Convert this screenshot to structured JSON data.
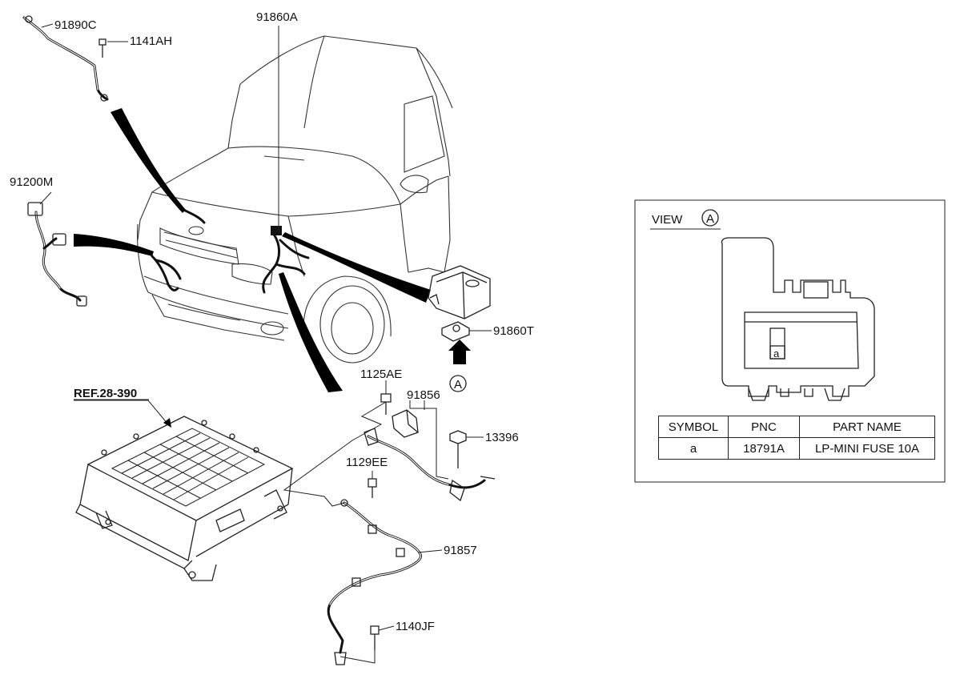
{
  "labels": {
    "p91890C": "91890C",
    "p1141AH": "1141AH",
    "p91860A": "91860A",
    "p91200M": "91200M",
    "p91860T": "91860T",
    "p1125AE": "1125AE",
    "p91856": "91856",
    "p13396": "13396",
    "p1129EE": "1129EE",
    "p91857": "91857",
    "p1140JF": "1140JF",
    "ref": "REF.28-390",
    "viewMarker": "A"
  },
  "view_panel": {
    "title": "VIEW",
    "marker": "A",
    "fuse_symbol": "a"
  },
  "table": {
    "headers": [
      "SYMBOL",
      "PNC",
      "PART NAME"
    ],
    "rows": [
      [
        "a",
        "18791A",
        "LP-MINI FUSE 10A"
      ]
    ]
  }
}
